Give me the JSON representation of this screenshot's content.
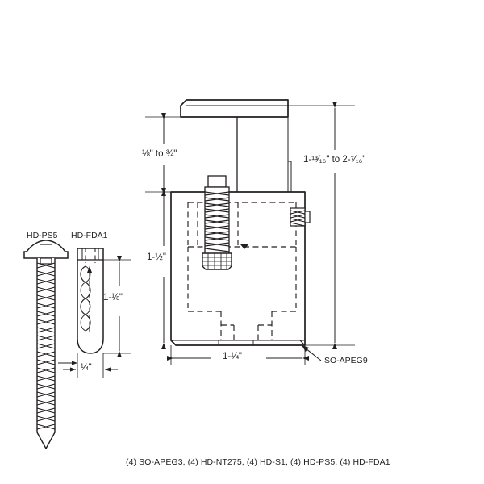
{
  "drawing": {
    "title": "Deck post mount assembly detail drawing",
    "line_color": "#231f20",
    "hidden_line_color": "#231f20",
    "background": "#ffffff"
  },
  "dimensions": {
    "gap_height": "⅛\" to ¾\"",
    "overall_height": "1-¹³⁄₁₆\" to 2-⁷⁄₁₆\"",
    "body_height": "1-½\"",
    "body_width": "1-¼\"",
    "anchor_length": "1-⅛\"",
    "anchor_width": "¼\""
  },
  "callouts": {
    "bracket": "SO-APEG9",
    "screw": "HD-PS5",
    "anchor": "HD-FDA1"
  },
  "caption": {
    "parts_list": "(4) SO-APEG3, (4) HD-NT275, (4) HD-S1, (4) HD-PS5, (4) HD-FDA1"
  },
  "components": {
    "top_plate": "top-plate",
    "threaded_rod": "threaded-rod",
    "hex_nut": "hex-nut",
    "set_screw": "set-screw",
    "bracket_body": "bracket-body",
    "pan_head_screw": "pan-head-screw",
    "wall_anchor": "wall-anchor"
  }
}
